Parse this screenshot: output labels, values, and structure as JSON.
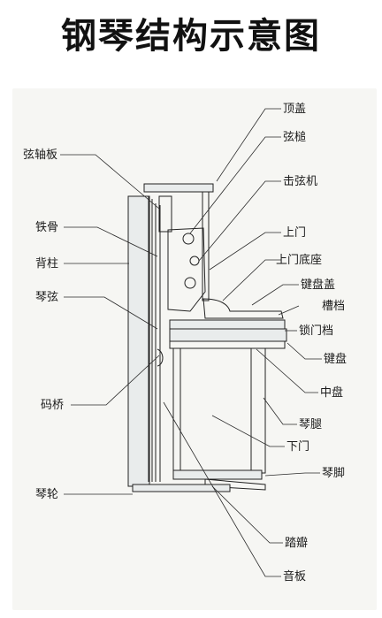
{
  "title": "钢琴结构示意图",
  "labels": {
    "dingai": "顶盖",
    "xianchui": "弦槌",
    "jixianji": "击弦机",
    "shangmen": "上门",
    "shangmendizuo": "上门底座",
    "jianpangai": "键盘盖",
    "caodang": "槽档",
    "suomendang": "锁门档",
    "jianpan": "键盘",
    "zhongpan": "中盘",
    "qintui": "琴腿",
    "xiamen": "下门",
    "qinjiao": "琴脚",
    "taban": "踏瓣",
    "yinban": "音板",
    "xianzhouban": "弦轴板",
    "tiegu": "铁骨",
    "beizhu": "背柱",
    "qinxian": "琴弦",
    "maqiao": "码桥",
    "qinlun": "琴轮"
  },
  "colors": {
    "background": "#ffffff",
    "photo_bg": "#f6f6f3",
    "ink": "#1a1a1a"
  }
}
